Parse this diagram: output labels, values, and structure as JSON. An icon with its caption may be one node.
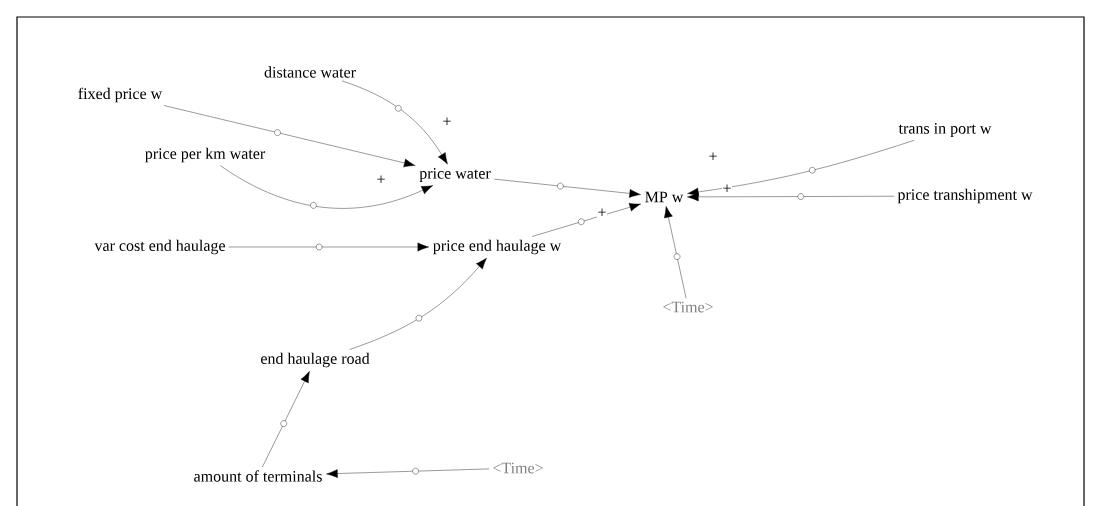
{
  "diagram": {
    "nodes": [
      {
        "text": [
          "fixed price w"
        ]
      },
      {
        "text": [
          "distance water"
        ]
      },
      {
        "text": [
          "price per km water"
        ]
      },
      {
        "text": [
          "price water"
        ]
      },
      {
        "text": [
          "var cost end haulage"
        ]
      },
      {
        "text": [
          "price end haulage w"
        ]
      },
      {
        "text": [
          "MP w"
        ]
      },
      {
        "text": [
          "trans in port w"
        ]
      },
      {
        "text": [
          "price transhipment w"
        ]
      },
      {
        "text": [
          "<Time>"
        ]
      },
      {
        "text": [
          "end haulage road"
        ]
      },
      {
        "text": [
          "amount of terminals"
        ]
      },
      {
        "text": [
          "<Time>"
        ]
      }
    ],
    "edges": [
      {
        "from": 0,
        "to": 3,
        "arrow": "to"
      },
      {
        "from": 1,
        "to": 3,
        "arrow": "to",
        "label": "+"
      },
      {
        "from": 2,
        "to": 3,
        "arrow": "to",
        "label": "+"
      },
      {
        "from": 3,
        "to": 6,
        "arrow": "to"
      },
      {
        "from": 5,
        "to": 6,
        "arrow": "to",
        "label": "+"
      },
      {
        "from": 7,
        "to": 6,
        "arrow": "to",
        "label": "+"
      },
      {
        "from": 8,
        "to": 6,
        "arrow": "to",
        "label": "+"
      },
      {
        "from": 9,
        "to": 6,
        "arrow": "to"
      },
      {
        "from": 4,
        "to": 5,
        "arrow": "to"
      },
      {
        "from": 10,
        "to": 5,
        "arrow": "to"
      },
      {
        "from": 11,
        "to": 10,
        "arrow": "to"
      },
      {
        "from": 12,
        "to": 11,
        "arrow": "to"
      }
    ]
  }
}
